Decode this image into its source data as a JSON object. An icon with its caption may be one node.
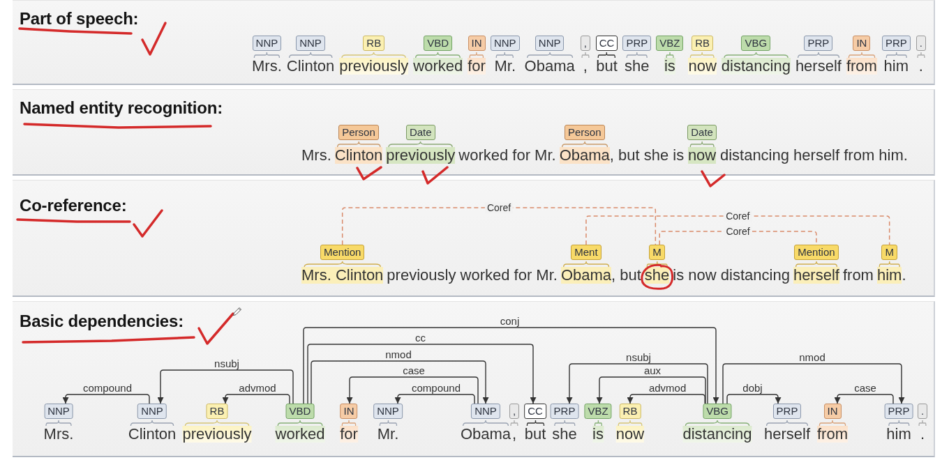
{
  "diagram": {
    "nodes": [
      {
        "text": [
          "Part of speech:"
        ]
      },
      {
        "text": [
          "NNP"
        ],
        "in": 0,
        "beside": [
          "Mrs."
        ]
      },
      {
        "text": [
          "NNP"
        ],
        "in": 0,
        "beside": [
          "Clinton"
        ]
      },
      {
        "text": [
          "RB"
        ],
        "in": 0,
        "beside": [
          "previously"
        ]
      },
      {
        "text": [
          "VBD"
        ],
        "in": 0,
        "beside": [
          "worked"
        ]
      },
      {
        "text": [
          "IN"
        ],
        "in": 0,
        "beside": [
          "for"
        ]
      },
      {
        "text": [
          "NNP"
        ],
        "in": 0,
        "beside": [
          "Mr."
        ]
      },
      {
        "text": [
          "NNP"
        ],
        "in": 0,
        "beside": [
          "Obama"
        ]
      },
      {
        "text": [
          ","
        ],
        "in": 0,
        "beside": [
          ","
        ]
      },
      {
        "text": [
          "CC"
        ],
        "in": 0,
        "beside": [
          "but"
        ]
      },
      {
        "text": [
          "PRP"
        ],
        "in": 0,
        "beside": [
          "she"
        ]
      },
      {
        "text": [
          "VBZ"
        ],
        "in": 0,
        "beside": [
          "is"
        ]
      },
      {
        "text": [
          "RB"
        ],
        "in": 0,
        "beside": [
          "now"
        ]
      },
      {
        "text": [
          "VBG"
        ],
        "in": 0,
        "beside": [
          "distancing"
        ]
      },
      {
        "text": [
          "PRP"
        ],
        "in": 0,
        "beside": [
          "herself"
        ]
      },
      {
        "text": [
          "IN"
        ],
        "in": 0,
        "beside": [
          "from"
        ]
      },
      {
        "text": [
          "PRP"
        ],
        "in": 0,
        "beside": [
          "him"
        ]
      },
      {
        "text": [
          "."
        ],
        "in": 0,
        "beside": [
          "."
        ]
      },
      {
        "text": [
          "Named entity recognition:"
        ]
      },
      {
        "text": [
          "Person"
        ],
        "in": 18,
        "beside": [
          "Clinton"
        ]
      },
      {
        "text": [
          "Date"
        ],
        "in": 18,
        "beside": [
          "previously"
        ]
      },
      {
        "text": [
          "Person"
        ],
        "in": 18,
        "beside": [
          "Obama"
        ]
      },
      {
        "text": [
          "Date"
        ],
        "in": 18,
        "beside": [
          "now"
        ]
      },
      {
        "text": [
          "Co-reference:"
        ]
      },
      {
        "text": [
          "Mention"
        ],
        "in": 23,
        "beside": [
          "Mrs. Clinton"
        ]
      },
      {
        "text": [
          "Ment"
        ],
        "in": 23,
        "beside": [
          "Obama"
        ]
      },
      {
        "text": [
          "M"
        ],
        "in": 23,
        "beside": [
          "she"
        ]
      },
      {
        "text": [
          "Mention"
        ],
        "in": 23,
        "beside": [
          "herself"
        ]
      },
      {
        "text": [
          "M"
        ],
        "in": 23,
        "beside": [
          "him"
        ]
      },
      {
        "text": [
          "Basic dependencies:"
        ]
      },
      {
        "text": [
          "NNP"
        ],
        "in": 29,
        "beside": [
          "Mrs."
        ]
      },
      {
        "text": [
          "NNP"
        ],
        "in": 29,
        "beside": [
          "Clinton"
        ]
      },
      {
        "text": [
          "RB"
        ],
        "in": 29,
        "beside": [
          "previously"
        ]
      },
      {
        "text": [
          "VBD"
        ],
        "in": 29,
        "beside": [
          "worked"
        ]
      },
      {
        "text": [
          "IN"
        ],
        "in": 29,
        "beside": [
          "for"
        ]
      },
      {
        "text": [
          "NNP"
        ],
        "in": 29,
        "beside": [
          "Mr."
        ]
      },
      {
        "text": [
          "NNP"
        ],
        "in": 29,
        "beside": [
          "Obama"
        ]
      },
      {
        "text": [
          ","
        ],
        "in": 29,
        "beside": [
          ","
        ]
      },
      {
        "text": [
          "CC"
        ],
        "in": 29,
        "beside": [
          "but"
        ]
      },
      {
        "text": [
          "PRP"
        ],
        "in": 29,
        "beside": [
          "she"
        ]
      },
      {
        "text": [
          "VBZ"
        ],
        "in": 29,
        "beside": [
          "is"
        ]
      },
      {
        "text": [
          "RB"
        ],
        "in": 29,
        "beside": [
          "now"
        ]
      },
      {
        "text": [
          "VBG"
        ],
        "in": 29,
        "beside": [
          "distancing"
        ]
      },
      {
        "text": [
          "PRP"
        ],
        "in": 29,
        "beside": [
          "herself"
        ]
      },
      {
        "text": [
          "IN"
        ],
        "in": 29,
        "beside": [
          "from"
        ]
      },
      {
        "text": [
          "PRP"
        ],
        "in": 29,
        "beside": [
          "him"
        ]
      },
      {
        "text": [
          "."
        ],
        "in": 29,
        "beside": [
          "."
        ]
      }
    ],
    "edges": [
      {
        "from": 24,
        "to": 26,
        "arrow": "none",
        "label": "Coref",
        "style": "dashed",
        "color": "#d98a6a"
      },
      {
        "from": 25,
        "to": 28,
        "arrow": "none",
        "label": "Coref",
        "style": "dashed",
        "color": "#d98a6a"
      },
      {
        "from": 26,
        "to": 27,
        "arrow": "none",
        "label": "Coref",
        "style": "dashed",
        "color": "#d98a6a"
      },
      {
        "from": 31,
        "to": 30,
        "arrow": "to",
        "label": "compound"
      },
      {
        "from": 33,
        "to": 31,
        "arrow": "to",
        "label": "nsubj"
      },
      {
        "from": 33,
        "to": 32,
        "arrow": "to",
        "label": "advmod"
      },
      {
        "from": 33,
        "to": 42,
        "arrow": "to",
        "label": "conj"
      },
      {
        "from": 33,
        "to": 38,
        "arrow": "to",
        "label": "cc"
      },
      {
        "from": 33,
        "to": 36,
        "arrow": "to",
        "label": "nmod"
      },
      {
        "from": 36,
        "to": 34,
        "arrow": "to",
        "label": "case"
      },
      {
        "from": 36,
        "to": 35,
        "arrow": "to",
        "label": "compound"
      },
      {
        "from": 42,
        "to": 39,
        "arrow": "to",
        "label": "nsubj"
      },
      {
        "from": 42,
        "to": 40,
        "arrow": "to",
        "label": "aux"
      },
      {
        "from": 42,
        "to": 41,
        "arrow": "to",
        "label": "advmod"
      },
      {
        "from": 42,
        "to": 43,
        "arrow": "to",
        "label": "dobj"
      },
      {
        "from": 42,
        "to": 45,
        "arrow": "to",
        "label": "nmod"
      },
      {
        "from": 45,
        "to": 44,
        "arrow": "to",
        "label": "case"
      }
    ],
    "labels": [
      "Mrs.",
      "worked for Mr.",
      ", but she is",
      "distancing herself from him.",
      "previously worked for Mr.",
      ", but",
      "is now distancing",
      "from",
      "."
    ]
  }
}
